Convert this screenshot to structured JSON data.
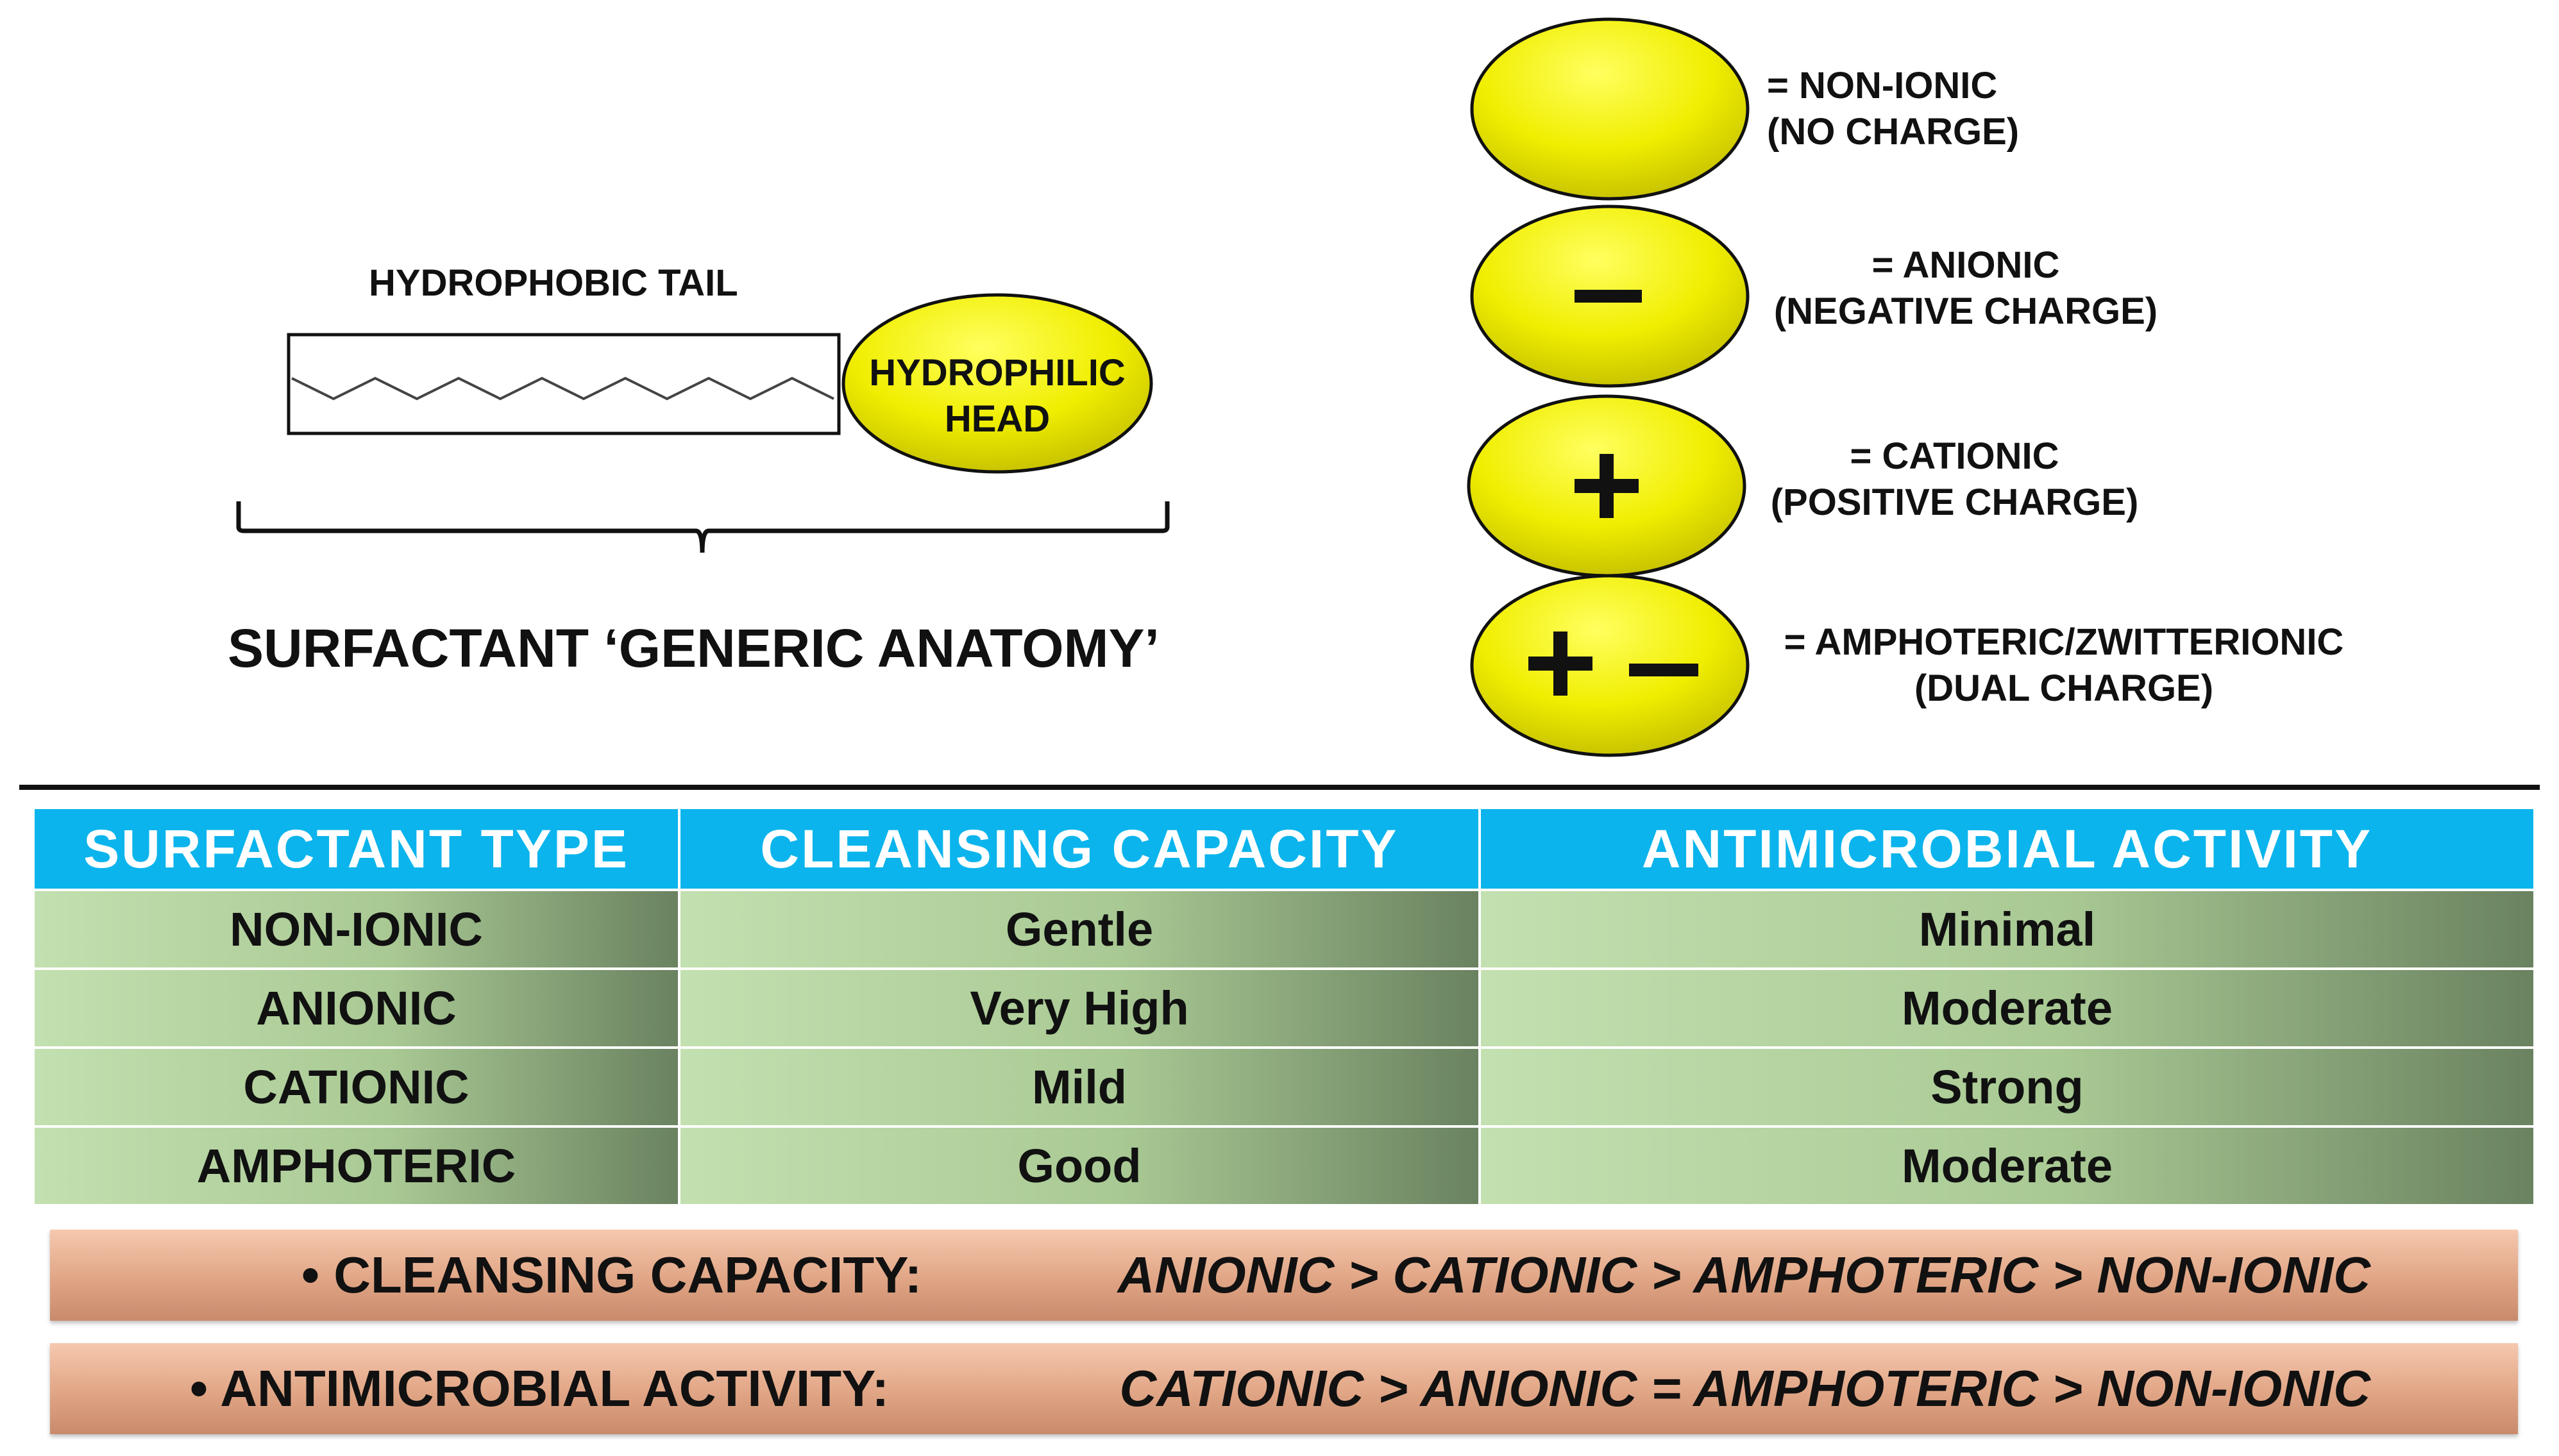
{
  "anatomy": {
    "tail_label": "HYDROPHOBIC TAIL",
    "head_label_line1": "HYDROPHILIC",
    "head_label_line2": "HEAD",
    "caption": "SURFACTANT ‘GENERIC ANATOMY’"
  },
  "legend": [
    {
      "symbol": "",
      "line1": "= NON-IONIC",
      "line2": "(NO CHARGE)"
    },
    {
      "symbol": "minus",
      "line1": "= ANIONIC",
      "line2": "(NEGATIVE CHARGE)"
    },
    {
      "symbol": "plus",
      "line1": "= CATIONIC",
      "line2": "(POSITIVE CHARGE)"
    },
    {
      "symbol": "plus-minus",
      "line1": "= AMPHOTERIC/ZWITTERIONIC",
      "line2": "(DUAL CHARGE)"
    }
  ],
  "table": {
    "headers": [
      "SURFACTANT TYPE",
      "CLEANSING CAPACITY",
      "ANTIMICROBIAL ACTIVITY"
    ],
    "rows": [
      [
        "NON-IONIC",
        "Gentle",
        "Minimal"
      ],
      [
        "ANIONIC",
        "Very High",
        "Moderate"
      ],
      [
        "CATIONIC",
        "Mild",
        "Strong"
      ],
      [
        "AMPHOTERIC",
        "Good",
        "Moderate"
      ]
    ]
  },
  "summary": [
    {
      "label": "• CLEANSING CAPACITY:",
      "value": "ANIONIC > CATIONIC > AMPHOTERIC > NON-IONIC"
    },
    {
      "label": "• ANTIMICROBIAL ACTIVITY:",
      "value": "CATIONIC > ANIONIC = AMPHOTERIC > NON-IONIC"
    }
  ],
  "colors": {
    "ellipse_fill": "#f2f200",
    "header_blue": "#0bb4ec",
    "row_green": "#a9c994",
    "bar_salmon": "#e0a585"
  }
}
